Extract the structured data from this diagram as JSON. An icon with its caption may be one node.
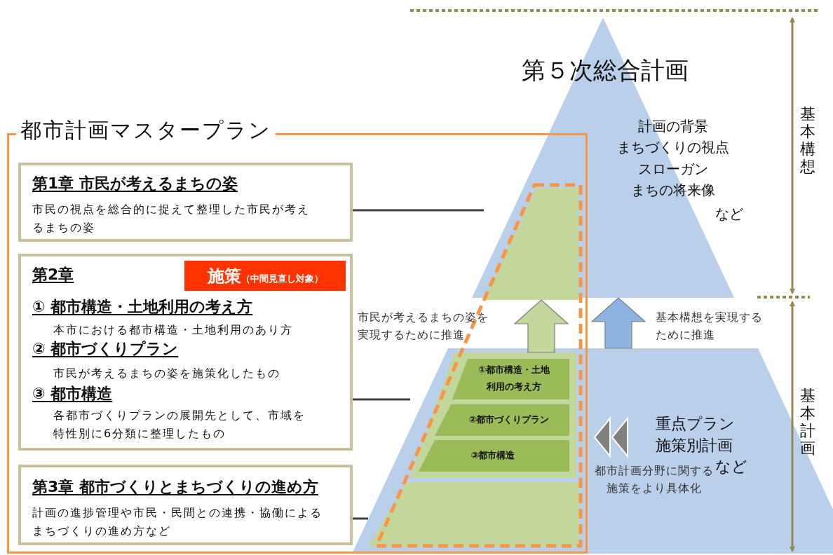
{
  "diagram": {
    "nodes": [
      {
        "text": [
          "都市計画マスタープラン"
        ]
      },
      {
        "text": [
          "第1章 市民が考えるまちの姿",
          "市民の視点を総合的に捉えて整理した市民が考えるまちの姿"
        ],
        "in": 0
      },
      {
        "text": [
          "第2章",
          "① 都市構造・土地利用の考え方",
          "本市における都市構造・土地利用のあり方",
          "② 都市づくりプラン",
          "市民が考えるまちの姿を施策化したもの",
          "③ 都市構造",
          "各都市づくりプランの展開先として、市域を特性別に6分類に整理したもの"
        ],
        "in": 0
      },
      {
        "text": [
          "施策",
          "（中間見直し対象）"
        ],
        "in": 2
      },
      {
        "text": [
          "第3章 都市づくりとまちづくりの進め方",
          "計画の進捗管理や市民・民間との連携・協働によるまちづくりの進め方など"
        ],
        "in": 0
      },
      {
        "text": [
          "第５次総合計画",
          "計画の背景",
          "まちづくりの視点",
          "スローガン",
          "まちの将来像",
          "など"
        ]
      },
      {
        "text": [],
        "shape": "trapezoid"
      },
      {
        "text": [
          "重点プラン",
          "施策別計画",
          "など"
        ]
      },
      {
        "text": [],
        "shape": "trapezoid"
      },
      {
        "text": [
          "①都市構造・土地利用の考え方"
        ],
        "in": 8
      },
      {
        "text": [
          "②都市づくりプラン"
        ],
        "in": 8
      },
      {
        "text": [
          "③都市構造"
        ],
        "in": 8
      },
      {
        "text": [],
        "shape": "trapezoid"
      }
    ],
    "edges": [
      {
        "from": 1,
        "to": 6,
        "arrow": "none"
      },
      {
        "from": 2,
        "to": 8,
        "arrow": "none"
      },
      {
        "from": 4,
        "to": 12,
        "arrow": "none"
      },
      {
        "from": 8,
        "to": 6,
        "arrow": "to",
        "label": "市民が考えるまちの姿を実現するために推進",
        "color": "#c3d69b"
      },
      {
        "from": 7,
        "to": 5,
        "arrow": "to",
        "label": "基本構想を実現するために推進",
        "color": "#8db3e2"
      }
    ],
    "labels": [
      "基本構想",
      "基本計画",
      "都市計画分野に関する施策をより具体化"
    ]
  }
}
